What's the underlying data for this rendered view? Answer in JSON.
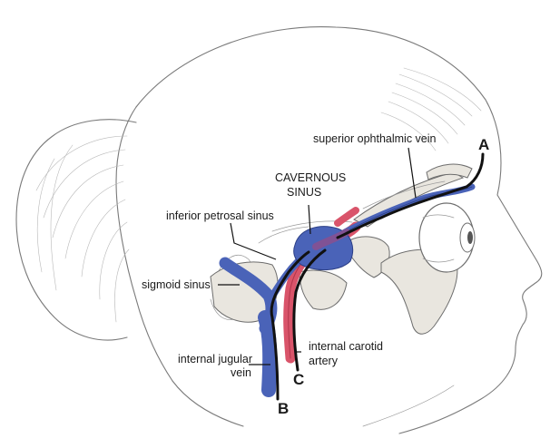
{
  "labels": {
    "superior_ophthalmic_vein": "superior ophthalmic vein",
    "cavernous_sinus_line1": "CAVERNOUS",
    "cavernous_sinus_line2": "SINUS",
    "inferior_petrosal_sinus": "inferior petrosal sinus",
    "sigmoid_sinus": "sigmoid sinus",
    "internal_jugular_vein_line1": "internal jugular",
    "internal_jugular_vein_line2": "vein",
    "internal_carotid_artery_line1": "internal carotid",
    "internal_carotid_artery_line2": "artery"
  },
  "markers": {
    "a": "A",
    "b": "B",
    "c": "C"
  },
  "colors": {
    "vein": "#4a63b8",
    "vein_dark": "#2c3f86",
    "artery": "#d9546a",
    "artery_dark": "#9e2a3e",
    "bone": "#e9e6df",
    "outline": "#7a7a7a"
  }
}
